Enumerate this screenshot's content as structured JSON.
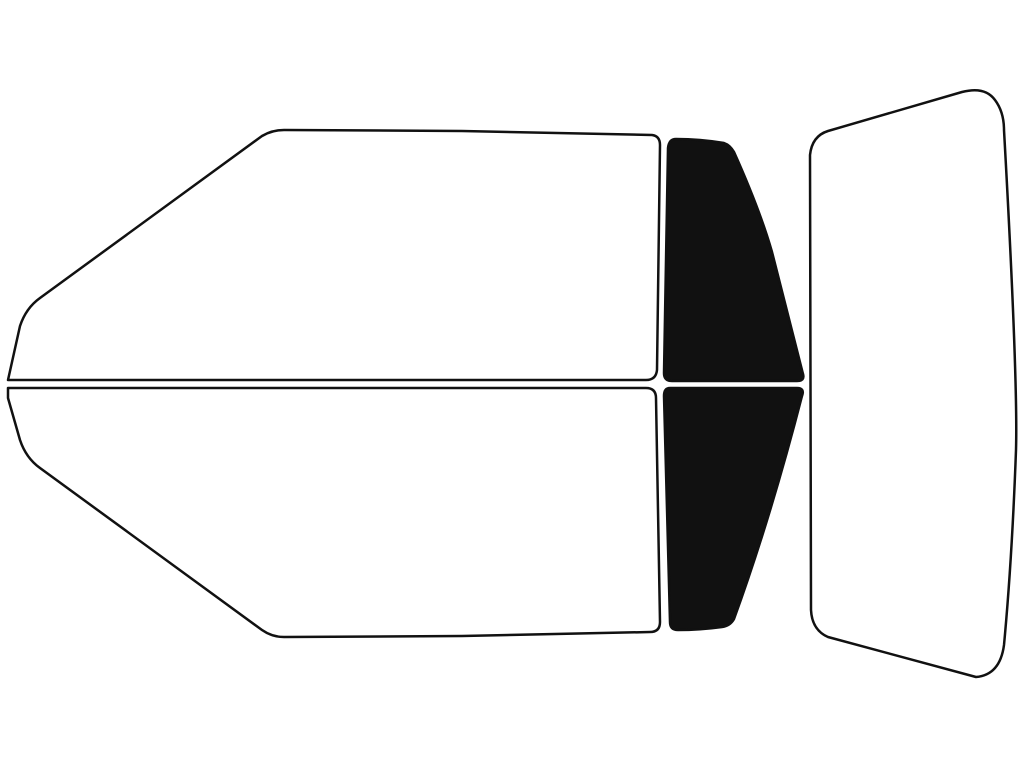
{
  "colors": {
    "background": "#ffffff",
    "outline": "#111111",
    "unselected_fill": "#ffffff",
    "selected_fill": "#111111"
  },
  "panels": [
    {
      "id": "front-door-window-upper",
      "selected": false
    },
    {
      "id": "front-door-window-lower",
      "selected": false
    },
    {
      "id": "rear-quarter-window-upper",
      "selected": true
    },
    {
      "id": "rear-quarter-window-lower",
      "selected": true
    },
    {
      "id": "rear-windshield",
      "selected": false
    }
  ]
}
